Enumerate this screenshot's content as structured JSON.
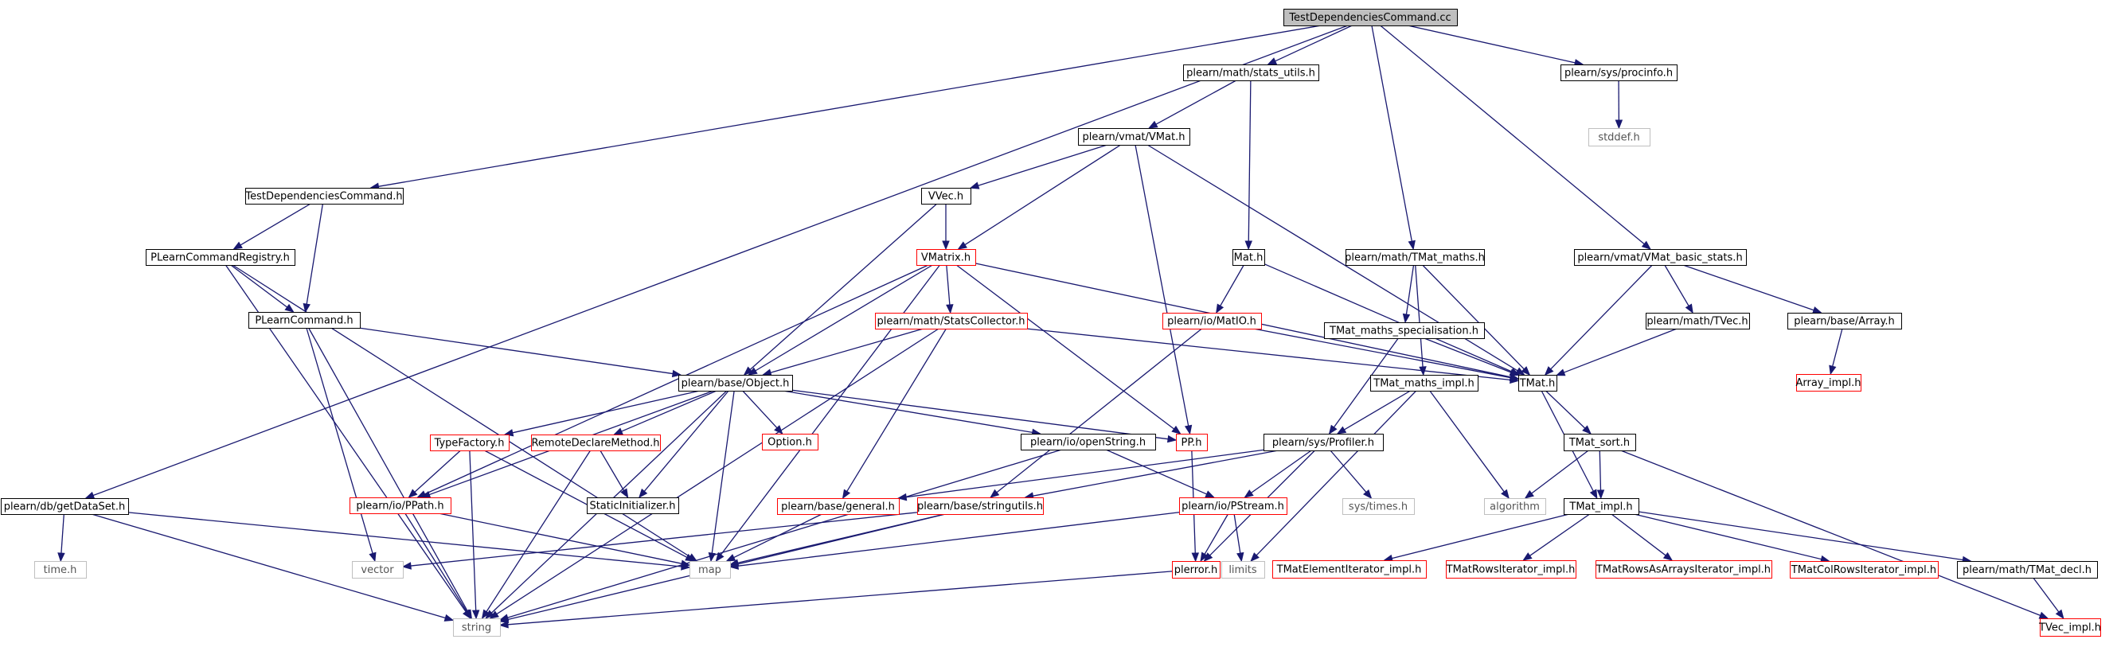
{
  "colors": {
    "edge": "#191970",
    "border_default": "#000000",
    "border_incomplete": "#ff0000",
    "border_system": "#bfbfbf",
    "root_fill": "#bfbfbf",
    "fill": "#ffffff"
  },
  "nodes": [
    {
      "id": "root",
      "label": "TestDependenciesCommand.cc",
      "kind": "root"
    },
    {
      "id": "stats_utils",
      "label": "plearn/math/stats_utils.h",
      "kind": "normal"
    },
    {
      "id": "procinfo",
      "label": "plearn/sys/procinfo.h",
      "kind": "normal"
    },
    {
      "id": "stddef",
      "label": "stddef.h",
      "kind": "system"
    },
    {
      "id": "vmat",
      "label": "plearn/vmat/VMat.h",
      "kind": "normal"
    },
    {
      "id": "tdch",
      "label": "TestDependenciesCommand.h",
      "kind": "normal"
    },
    {
      "id": "vvec",
      "label": "VVec.h",
      "kind": "normal"
    },
    {
      "id": "pcr",
      "label": "PLearnCommandRegistry.h",
      "kind": "normal"
    },
    {
      "id": "vmatrix",
      "label": "VMatrix.h",
      "kind": "incomplete"
    },
    {
      "id": "math",
      "label": "Mat.h",
      "kind": "normal"
    },
    {
      "id": "tmat_maths",
      "label": "plearn/math/TMat_maths.h",
      "kind": "normal"
    },
    {
      "id": "vmat_basic",
      "label": "plearn/vmat/VMat_basic_stats.h",
      "kind": "normal"
    },
    {
      "id": "plc",
      "label": "PLearnCommand.h",
      "kind": "normal"
    },
    {
      "id": "statscoll",
      "label": "plearn/math/StatsCollector.h",
      "kind": "incomplete"
    },
    {
      "id": "matio",
      "label": "plearn/io/MatIO.h",
      "kind": "incomplete"
    },
    {
      "id": "tms",
      "label": "TMat_maths_specialisation.h",
      "kind": "normal"
    },
    {
      "id": "tvec",
      "label": "plearn/math/TVec.h",
      "kind": "normal"
    },
    {
      "id": "array",
      "label": "plearn/base/Array.h",
      "kind": "normal"
    },
    {
      "id": "object",
      "label": "plearn/base/Object.h",
      "kind": "normal"
    },
    {
      "id": "tmi",
      "label": "TMat_maths_impl.h",
      "kind": "normal"
    },
    {
      "id": "tmat",
      "label": "TMat.h",
      "kind": "normal"
    },
    {
      "id": "array_impl",
      "label": "Array_impl.h",
      "kind": "incomplete"
    },
    {
      "id": "typefactory",
      "label": "TypeFactory.h",
      "kind": "incomplete"
    },
    {
      "id": "rdm",
      "label": "RemoteDeclareMethod.h",
      "kind": "incomplete"
    },
    {
      "id": "option",
      "label": "Option.h",
      "kind": "incomplete"
    },
    {
      "id": "openstring",
      "label": "plearn/io/openString.h",
      "kind": "normal"
    },
    {
      "id": "pph",
      "label": "PP.h",
      "kind": "incomplete"
    },
    {
      "id": "profiler",
      "label": "plearn/sys/Profiler.h",
      "kind": "normal"
    },
    {
      "id": "tmat_sort",
      "label": "TMat_sort.h",
      "kind": "normal"
    },
    {
      "id": "getdataset",
      "label": "plearn/db/getDataSet.h",
      "kind": "normal"
    },
    {
      "id": "ppath",
      "label": "plearn/io/PPath.h",
      "kind": "incomplete"
    },
    {
      "id": "staticinit",
      "label": "StaticInitializer.h",
      "kind": "normal"
    },
    {
      "id": "general",
      "label": "plearn/base/general.h",
      "kind": "incomplete"
    },
    {
      "id": "stringutils",
      "label": "plearn/base/stringutils.h",
      "kind": "incomplete"
    },
    {
      "id": "pstream",
      "label": "plearn/io/PStream.h",
      "kind": "incomplete"
    },
    {
      "id": "systimes",
      "label": "sys/times.h",
      "kind": "system"
    },
    {
      "id": "algorithm",
      "label": "algorithm",
      "kind": "system"
    },
    {
      "id": "tmat_impl",
      "label": "TMat_impl.h",
      "kind": "normal"
    },
    {
      "id": "timeh",
      "label": "time.h",
      "kind": "system"
    },
    {
      "id": "vector",
      "label": "vector",
      "kind": "system"
    },
    {
      "id": "map",
      "label": "map",
      "kind": "system"
    },
    {
      "id": "perror",
      "label": "plerror.h",
      "kind": "incomplete"
    },
    {
      "id": "limits",
      "label": "limits",
      "kind": "system"
    },
    {
      "id": "tei",
      "label": "TMatElementIterator_impl.h",
      "kind": "incomplete"
    },
    {
      "id": "tri",
      "label": "TMatRowsIterator_impl.h",
      "kind": "incomplete"
    },
    {
      "id": "traai",
      "label": "TMatRowsAsArraysIterator_impl.h",
      "kind": "incomplete"
    },
    {
      "id": "tcri",
      "label": "TMatColRowsIterator_impl.h",
      "kind": "incomplete"
    },
    {
      "id": "tmat_decl",
      "label": "plearn/math/TMat_decl.h",
      "kind": "normal"
    },
    {
      "id": "tvec_impl",
      "label": "TVec_impl.h",
      "kind": "incomplete"
    },
    {
      "id": "string",
      "label": "string",
      "kind": "system"
    }
  ],
  "edges": [
    [
      "root",
      "stats_utils"
    ],
    [
      "root",
      "procinfo"
    ],
    [
      "root",
      "tdch"
    ],
    [
      "root",
      "getdataset"
    ],
    [
      "root",
      "tmat_maths"
    ],
    [
      "root",
      "vmat_basic"
    ],
    [
      "stats_utils",
      "vmat"
    ],
    [
      "stats_utils",
      "math"
    ],
    [
      "procinfo",
      "stddef"
    ],
    [
      "vmat",
      "vvec"
    ],
    [
      "vmat",
      "vmatrix"
    ],
    [
      "vmat",
      "pph"
    ],
    [
      "vmat",
      "tmat"
    ],
    [
      "tdch",
      "pcr"
    ],
    [
      "tdch",
      "plc"
    ],
    [
      "vvec",
      "vmatrix"
    ],
    [
      "vvec",
      "object"
    ],
    [
      "pcr",
      "plc"
    ],
    [
      "pcr",
      "string"
    ],
    [
      "pcr",
      "map"
    ],
    [
      "plc",
      "object"
    ],
    [
      "plc",
      "vector"
    ],
    [
      "plc",
      "string"
    ],
    [
      "vmatrix",
      "statscoll"
    ],
    [
      "vmatrix",
      "object"
    ],
    [
      "vmatrix",
      "tmat"
    ],
    [
      "vmatrix",
      "pph"
    ],
    [
      "vmatrix",
      "ppath"
    ],
    [
      "vmatrix",
      "map"
    ],
    [
      "math",
      "matio"
    ],
    [
      "math",
      "tmat"
    ],
    [
      "tmat_maths",
      "tms"
    ],
    [
      "tmat_maths",
      "tmat"
    ],
    [
      "tmat_maths",
      "tmi"
    ],
    [
      "vmat_basic",
      "tvec"
    ],
    [
      "vmat_basic",
      "array"
    ],
    [
      "vmat_basic",
      "tmat"
    ],
    [
      "statscoll",
      "object"
    ],
    [
      "statscoll",
      "tmat"
    ],
    [
      "statscoll",
      "general"
    ],
    [
      "statscoll",
      "string"
    ],
    [
      "matio",
      "tmat"
    ],
    [
      "matio",
      "stringutils"
    ],
    [
      "tms",
      "tmat"
    ],
    [
      "tms",
      "profiler"
    ],
    [
      "tvec",
      "tmat"
    ],
    [
      "array",
      "array_impl"
    ],
    [
      "object",
      "typefactory"
    ],
    [
      "object",
      "rdm"
    ],
    [
      "object",
      "option"
    ],
    [
      "object",
      "openstring"
    ],
    [
      "object",
      "pph"
    ],
    [
      "object",
      "ppath"
    ],
    [
      "object",
      "staticinit"
    ],
    [
      "object",
      "map"
    ],
    [
      "object",
      "string"
    ],
    [
      "tmi",
      "profiler"
    ],
    [
      "tmi",
      "algorithm"
    ],
    [
      "tmi",
      "limits"
    ],
    [
      "tmat",
      "tmat_sort"
    ],
    [
      "tmat",
      "tmat_impl"
    ],
    [
      "typefactory",
      "ppath"
    ],
    [
      "typefactory",
      "map"
    ],
    [
      "typefactory",
      "string"
    ],
    [
      "rdm",
      "staticinit"
    ],
    [
      "rdm",
      "string"
    ],
    [
      "openstring",
      "pstream"
    ],
    [
      "openstring",
      "string"
    ],
    [
      "pph",
      "perror"
    ],
    [
      "profiler",
      "general"
    ],
    [
      "profiler",
      "stringutils"
    ],
    [
      "profiler",
      "pstream"
    ],
    [
      "profiler",
      "systimes"
    ],
    [
      "profiler",
      "perror"
    ],
    [
      "tmat_sort",
      "algorithm"
    ],
    [
      "tmat_sort",
      "tmat_impl"
    ],
    [
      "tmat_sort",
      "tvec_impl"
    ],
    [
      "getdataset",
      "timeh"
    ],
    [
      "getdataset",
      "map"
    ],
    [
      "getdataset",
      "string"
    ],
    [
      "ppath",
      "map"
    ],
    [
      "ppath",
      "string"
    ],
    [
      "general",
      "map"
    ],
    [
      "stringutils",
      "vector"
    ],
    [
      "stringutils",
      "map"
    ],
    [
      "stringutils",
      "string"
    ],
    [
      "pstream",
      "map"
    ],
    [
      "pstream",
      "perror"
    ],
    [
      "pstream",
      "limits"
    ],
    [
      "tmat_impl",
      "tei"
    ],
    [
      "tmat_impl",
      "tri"
    ],
    [
      "tmat_impl",
      "traai"
    ],
    [
      "tmat_impl",
      "tcri"
    ],
    [
      "tmat_impl",
      "tmat_decl"
    ],
    [
      "tmat_decl",
      "tvec_impl"
    ],
    [
      "perror",
      "string"
    ]
  ]
}
